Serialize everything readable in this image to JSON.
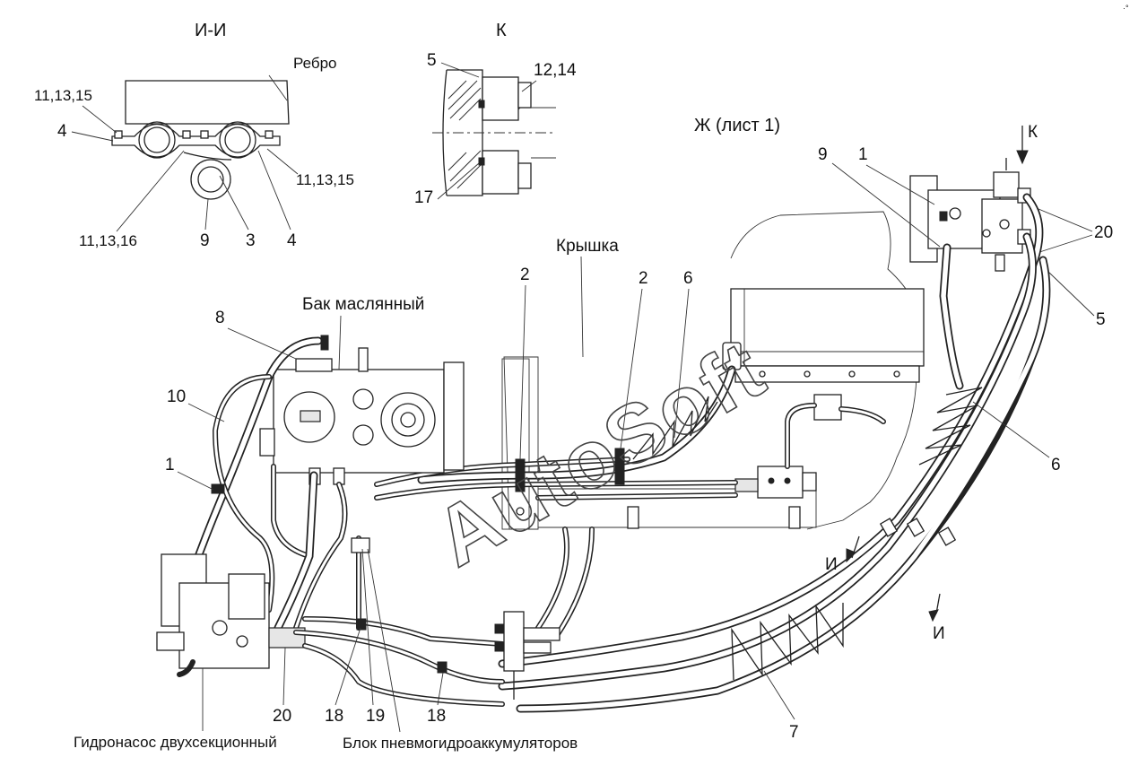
{
  "views": {
    "section_ii": "И-И",
    "view_k": "К",
    "view_zh": "Ж (лист 1)"
  },
  "section_labels": {
    "rib": "Ребро",
    "fast_top_left": "11,13,15",
    "pos_4_left": "4",
    "fast_right": "11,13,15",
    "fast_bottom": "11,13,16",
    "pos_9": "9",
    "pos_3": "3",
    "pos_4_bottom": "4"
  },
  "k_labels": {
    "pos_5": "5",
    "pos_12_14": "12,14",
    "pos_17": "17"
  },
  "main_labels": {
    "cover": "Крышка",
    "oil_tank": "Бак маслянный",
    "pos_2_left": "2",
    "pos_2_right": "2",
    "pos_6_top": "6",
    "pos_8": "8",
    "pos_10": "10",
    "pos_1_left": "1",
    "pos_9_top": "9",
    "pos_1_top": "1",
    "arrow_k": "К",
    "pos_20_right": "20",
    "pos_5_right": "5",
    "pos_6_right": "6",
    "section_mark_upper": "И",
    "section_mark_lower": "И",
    "pos_7": "7",
    "pos_20_bottom": "20",
    "pos_18_left": "18",
    "pos_19": "19",
    "pos_18_right": "18",
    "pump": "Гидронасос двухсекционный",
    "accumulator_block": "Блок пневмогидроаккумуляторов"
  },
  "watermark": "AutoSoft"
}
